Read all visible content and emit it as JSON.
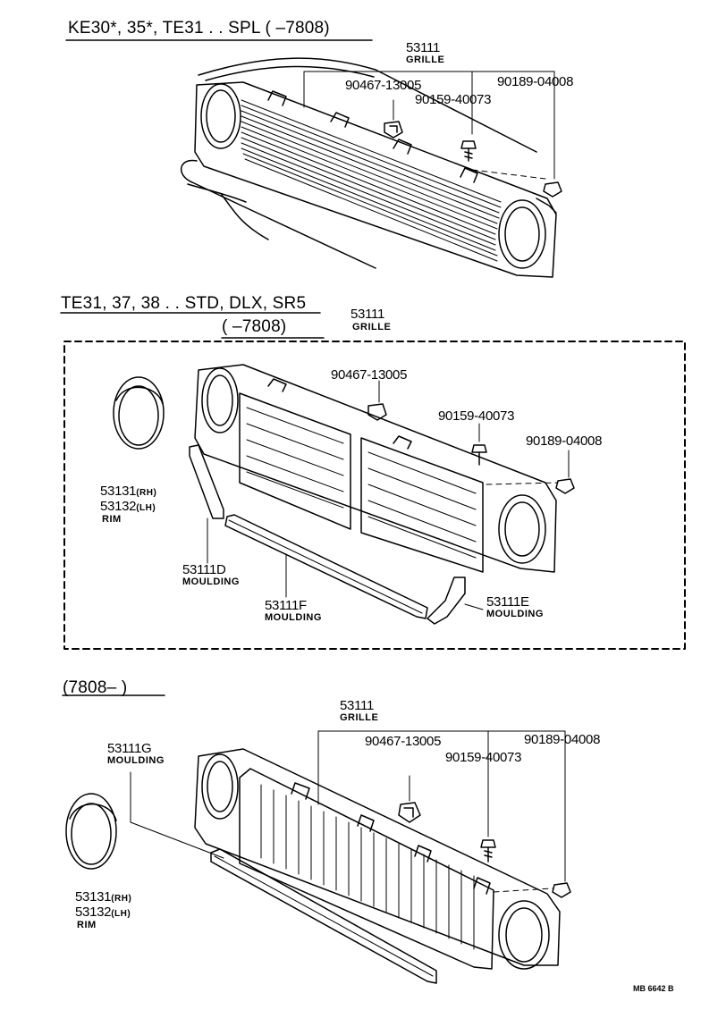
{
  "sections": [
    {
      "header": "KE30*, 35*, TE31 . . SPL (        –7808)",
      "labels": {
        "p53111": "53111",
        "grille": "GRILLE",
        "p90467": "90467-13005",
        "p90159": "90159-40073",
        "p90189": "90189-04008"
      }
    },
    {
      "header": "TE31, 37, 38 . . STD, DLX, SR5",
      "header2": "(        –7808)",
      "labels": {
        "p53111": "53111",
        "grille": "GRILLE",
        "p90467": "90467-13005",
        "p90159": "90159-40073",
        "p90189": "90189-04008",
        "p53131": "53131",
        "rh": "(RH)",
        "p53132": "53132",
        "lh": "(LH)",
        "rim": "RIM",
        "p53111d": "53111D",
        "moulding_d": "MOULDING",
        "p53111f": "53111F",
        "moulding_f": "MOULDING",
        "p53111e": "53111E",
        "moulding_e": "MOULDING"
      }
    },
    {
      "header": "(7808–        )",
      "labels": {
        "p53111": "53111",
        "grille": "GRILLE",
        "p53111g": "53111G",
        "moulding_g": "MOULDING",
        "p90467": "90467-13005",
        "p90159": "90159-40073",
        "p90189": "90189-04008",
        "p53131": "53131",
        "rh": "(RH)",
        "p53132": "53132",
        "lh": "(LH)",
        "rim": "RIM"
      }
    }
  ],
  "footer_ref": "MB 6642 B"
}
